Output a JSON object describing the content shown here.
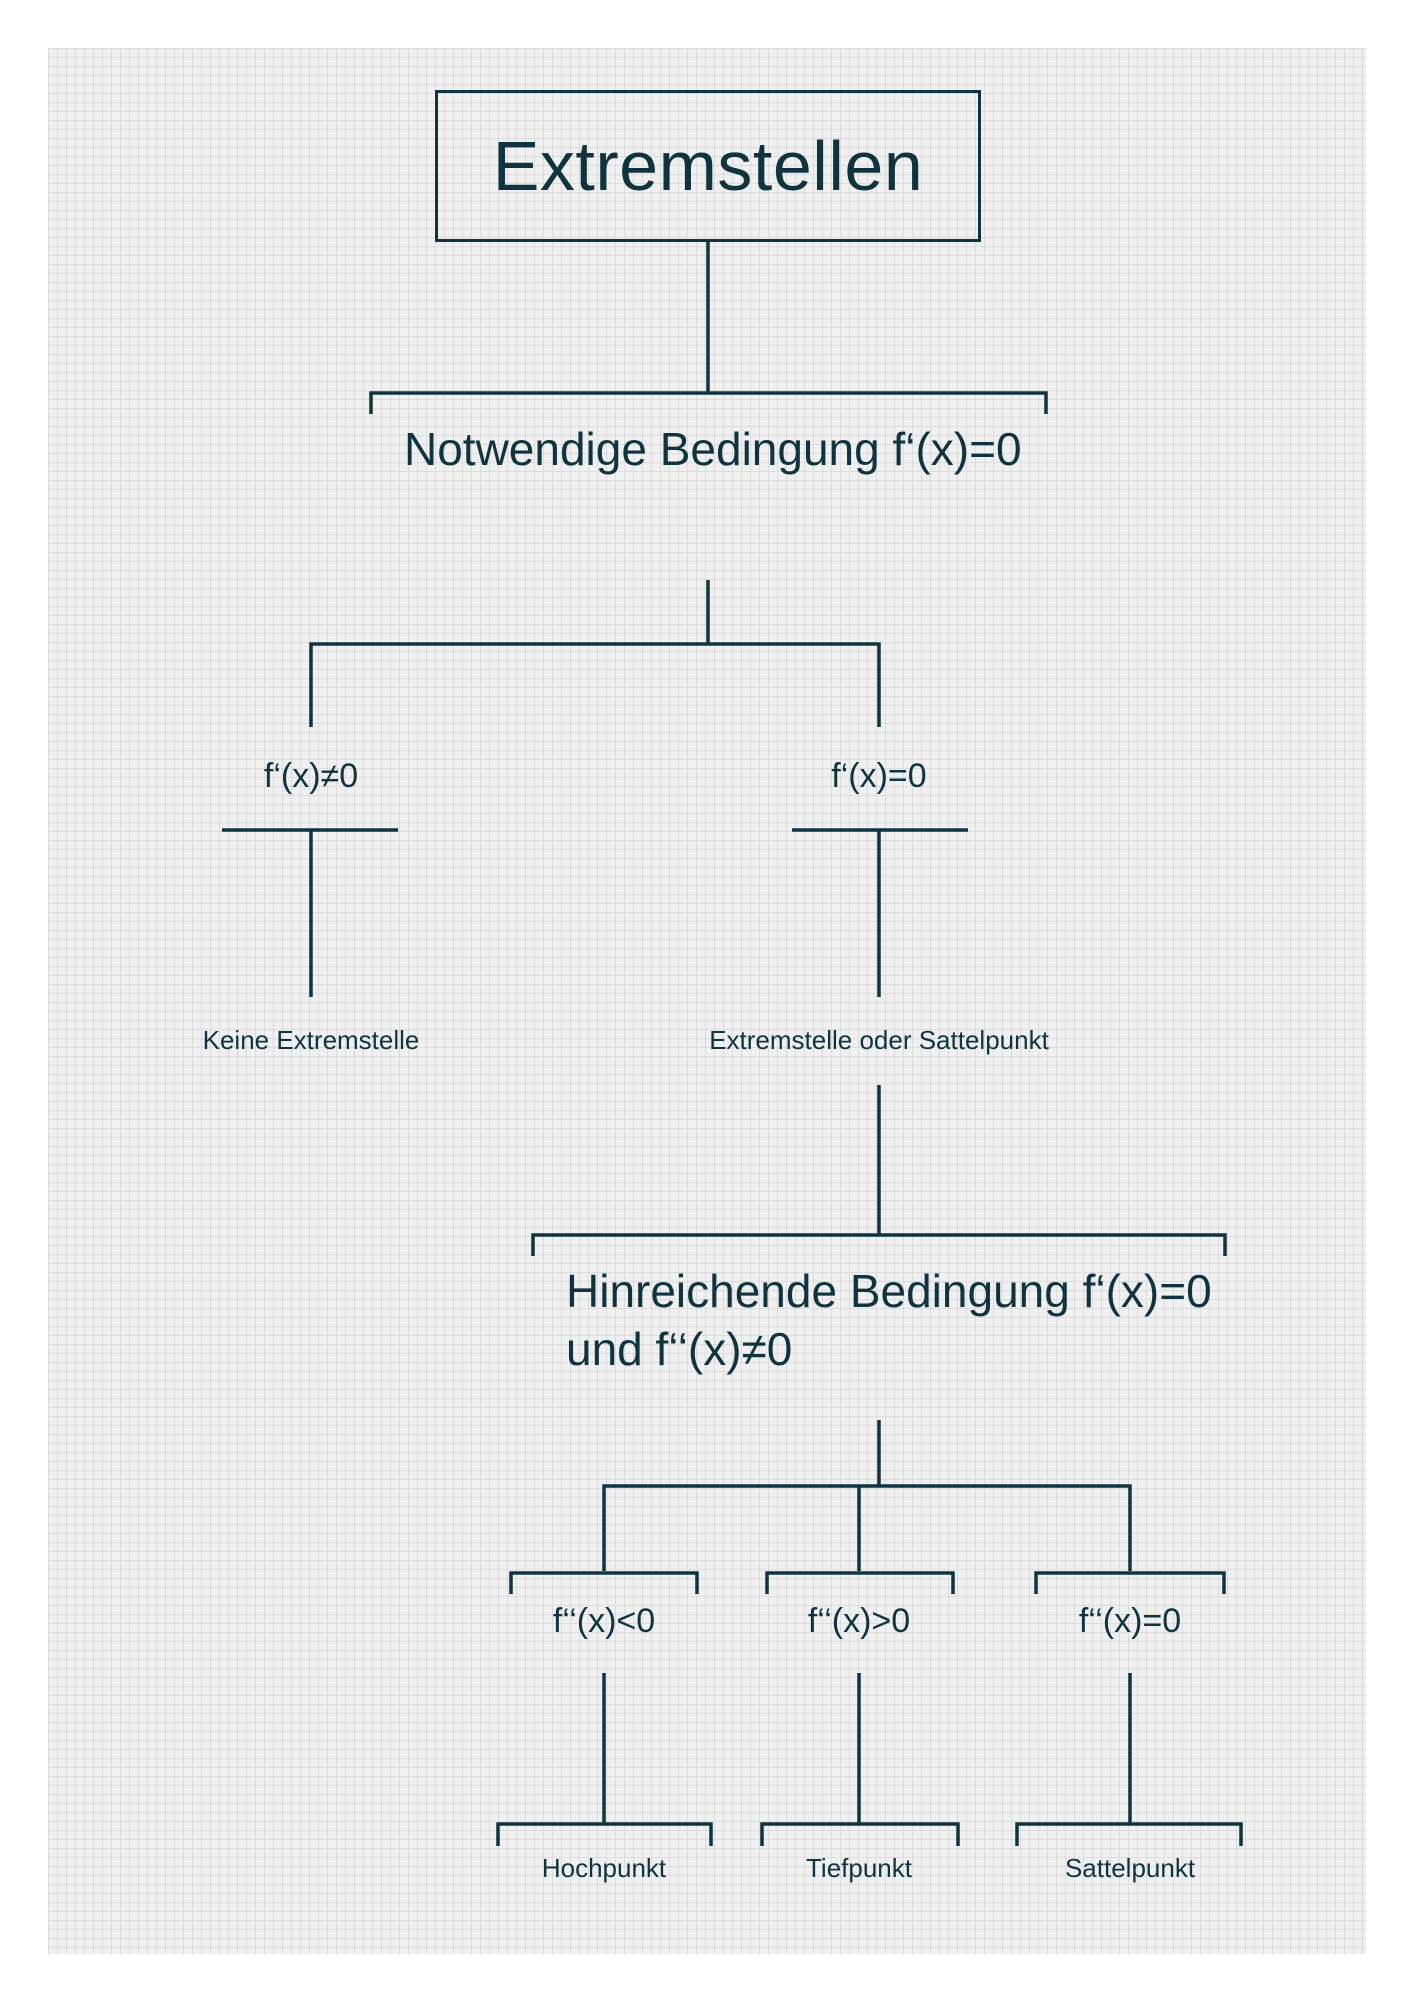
{
  "title": "Extremstellen",
  "necessary_condition": "Notwendige Bedingung f‘(x)=0",
  "branch_left": {
    "condition": "f‘(x)≠0",
    "result": "Keine Extremstelle"
  },
  "branch_right": {
    "condition": "f‘(x)=0",
    "result": "Extremstelle oder Sattelpunkt"
  },
  "sufficient_condition": "Hinreichende Bedingung f‘(x)=0 und f‘‘(x)≠0",
  "cases": [
    {
      "condition": "f‘‘(x)<0",
      "result": "Hochpunkt"
    },
    {
      "condition": "f‘‘(x)>0",
      "result": "Tiefpunkt"
    },
    {
      "condition": "f‘‘(x)=0",
      "result": "Sattelpunkt"
    }
  ],
  "colors": {
    "ink": "#10343f",
    "paper": "#f0f0f0",
    "grid": "#dcdcdc"
  }
}
